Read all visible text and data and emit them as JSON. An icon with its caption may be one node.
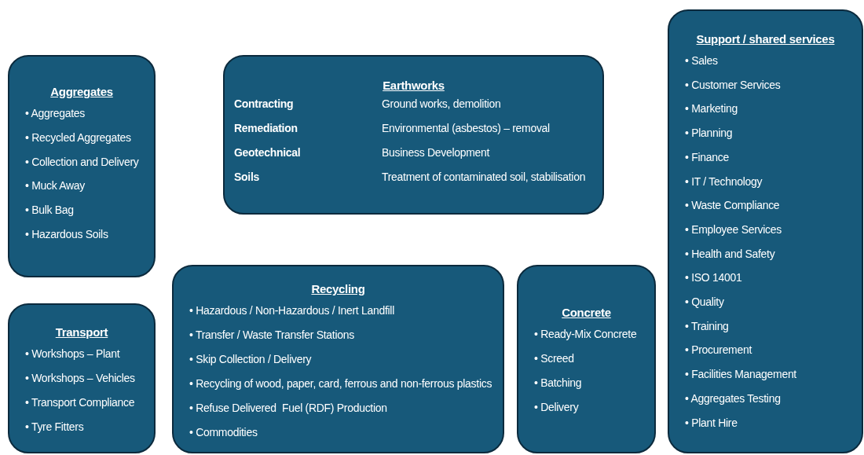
{
  "diagram": {
    "nodes": [
      {
        "text": [
          "Aggregates",
          "• Aggregates",
          "• Recycled Aggregates",
          "• Collection and Delivery",
          "• Muck Away",
          "• Bulk Bag",
          "• Hazardous Soils"
        ]
      },
      {
        "text": [
          "Earthworks",
          "Contracting",
          "Ground works, demolition",
          "Remediation",
          "Environmental (asbestos) – removal",
          "Geotechnical",
          "Business Development",
          "Soils",
          "Treatment of contaminated soil, stabilisation"
        ]
      },
      {
        "text": [
          "Support / shared services",
          "• Sales",
          "• Customer Services",
          "• Marketing",
          "• Planning",
          "• Finance",
          "• IT / Technology",
          "• Waste Compliance",
          "• Employee Services",
          "• Health and Safety",
          "• ISO 14001",
          "• Quality",
          "• Training",
          "• Procurement",
          "• Facilities Management",
          "• Aggregates Testing",
          "• Plant Hire"
        ]
      },
      {
        "text": [
          "Transport",
          "• Workshops – Plant",
          "• Workshops – Vehicles",
          "• Transport Compliance",
          "• Tyre Fitters"
        ]
      },
      {
        "text": [
          "Recycling",
          "• Hazardous / Non-Hazardous / Inert Landfill",
          "• Transfer / Waste Transfer Stations",
          "• Skip Collection / Delivery",
          "• Recycling of wood, paper, card, ferrous and non-ferrous plastics",
          "• Refuse Delivered  Fuel (RDF) Production",
          "• Commodities"
        ]
      },
      {
        "text": [
          "Concrete",
          "• Ready-Mix Concrete",
          "• Screed",
          "• Batching",
          "• Delivery"
        ]
      }
    ]
  }
}
